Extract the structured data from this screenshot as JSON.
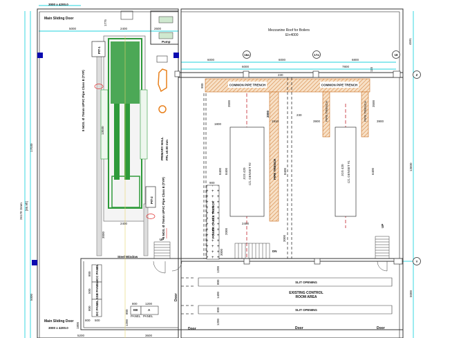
{
  "drawing": {
    "top_door": {
      "size": "3000 x 4200.0",
      "label": "Main Sliding Door"
    },
    "bottom_door": {
      "size": "3000 x 4200.0",
      "label": "Main Sliding Door"
    },
    "pump_label": "Pump",
    "pits": [
      "PIT-1",
      "PIT-2"
    ],
    "pipe_notes": [
      "8 NOS. Ø 75mm UPVC Pipe Class E (TYP)",
      "8 NOS. Ø 75mm UPVC Pipe Class E (TYP)"
    ],
    "primary_hall": {
      "name": "PRIMARY HALL",
      "level": "FFL ±0.00 mm"
    },
    "mezzanine": {
      "name": "Mezzanine Roof for Boilers",
      "level": "El+4000"
    },
    "grid_bubbles": [
      "16a",
      "17a",
      "18",
      "Z",
      "Y"
    ],
    "trenches": {
      "common": [
        "COMMON PIPE TRENCH",
        "COMMON PIPE TRENCH"
      ],
      "pipe": [
        "PIPE TRENCH",
        "PIPE TRENCH",
        "PIPE TRENCH"
      ],
      "power": "POWER CABLE TRENCH"
    },
    "gensets": [
      {
        "model": "JGS 420",
        "name": "C/L GENSET #2"
      },
      {
        "model": "JGS 420",
        "name": "C/L GENSET #1"
      }
    ],
    "stairs": [
      "UP",
      "UP",
      "DN"
    ],
    "window": "Steel Window",
    "doors": [
      "Door",
      "Door",
      "Door",
      "Door"
    ],
    "panels": {
      "vertical": [
        "MCC PANEL",
        "SSB PANEL",
        "DC PANEL"
      ],
      "horizontal": [
        {
          "id": "EB",
          "label": "PANEL"
        },
        {
          "id": "A",
          "label": "PANEL"
        }
      ]
    },
    "control_room": {
      "name": "EXISTING CONTROL",
      "name2": "ROOM AREA",
      "slit": "SLIT OPENING"
    },
    "dimensions": {
      "d1775": "1775",
      "d5000_top": "5000",
      "d2400_top": "2400",
      "d2600": "2600",
      "d13030": "13030",
      "d17030": "17030",
      "overall": "26178 Omm",
      "overall_ft": "[85.9ft]",
      "d2400_bottom": "2400",
      "d3000_left": "3000",
      "d6000_a": "6000",
      "d6800": "6800",
      "d6000_b": "6000",
      "d7800": "7800",
      "d230_a": "230",
      "d115": "115",
      "d4591": "4591",
      "d900_a": "900",
      "d3500_a": "3500",
      "d3500_b": "3500",
      "d2000": "2000",
      "d1910": "1910",
      "d230_b": "230",
      "d3900_a": "3900",
      "d3900_b": "3900",
      "d1800": "1800",
      "d13600": "13600",
      "d8400_a": "8400",
      "d8400_b": "8400",
      "d8400_c": "8400",
      "d6400": "6400",
      "d2400_g": "2400",
      "d900_b": "900",
      "d3000_a": "3000",
      "d2000_b": "2000",
      "d3000_b": "3000",
      "d5000_left": "5000",
      "d5000_right": "5000",
      "p800a": "800",
      "p800b": "800",
      "p800c": "800",
      "p500": "500",
      "p800d": "800",
      "p1200a": "1200",
      "p1200b": "1200",
      "p1800": "1800",
      "p800e": "800",
      "cr1200a": "1200",
      "cr800a": "800",
      "cr1400": "1400",
      "cr800b": "800",
      "cr1200b": "1200",
      "d5200": "5200",
      "d3600": "3600"
    }
  },
  "colors": {
    "dimension": "#22d3dd",
    "genset": "#2e9a3a",
    "trench": "#e8a060",
    "column": "#0a0ab0",
    "centerline": "#c0202a"
  }
}
